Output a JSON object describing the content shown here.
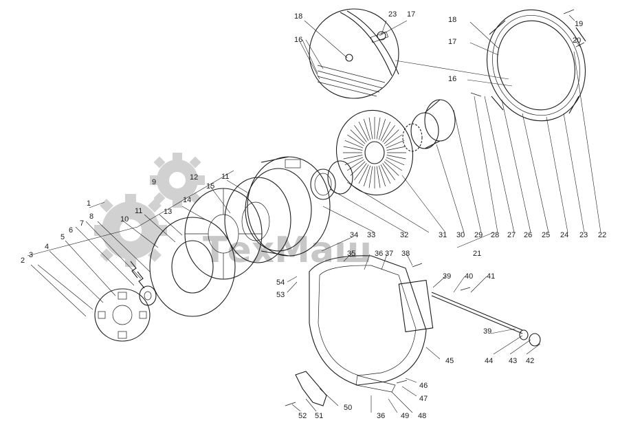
{
  "watermark": {
    "text": "ТехМаш",
    "color": "#9a9a9a"
  },
  "callouts": [
    {
      "id": "c1",
      "text": "1"
    },
    {
      "id": "c2",
      "text": "2"
    },
    {
      "id": "c3",
      "text": "3"
    },
    {
      "id": "c4",
      "text": "4"
    },
    {
      "id": "c5",
      "text": "5"
    },
    {
      "id": "c6",
      "text": "6"
    },
    {
      "id": "c7",
      "text": "7"
    },
    {
      "id": "c8",
      "text": "8"
    },
    {
      "id": "c9",
      "text": "9"
    },
    {
      "id": "c10",
      "text": "10"
    },
    {
      "id": "c11a",
      "text": "11"
    },
    {
      "id": "c11b",
      "text": "11"
    },
    {
      "id": "c12",
      "text": "12"
    },
    {
      "id": "c13",
      "text": "13"
    },
    {
      "id": "c14",
      "text": "14"
    },
    {
      "id": "c15",
      "text": "15"
    },
    {
      "id": "c16a",
      "text": "16"
    },
    {
      "id": "c16b",
      "text": "16"
    },
    {
      "id": "c17a",
      "text": "17"
    },
    {
      "id": "c17b",
      "text": "17"
    },
    {
      "id": "c18a",
      "text": "18"
    },
    {
      "id": "c18b",
      "text": "18"
    },
    {
      "id": "c19",
      "text": "19"
    },
    {
      "id": "c20",
      "text": "20"
    },
    {
      "id": "c21",
      "text": "21"
    },
    {
      "id": "c22",
      "text": "22"
    },
    {
      "id": "c23a",
      "text": "23"
    },
    {
      "id": "c23b",
      "text": "23"
    },
    {
      "id": "c24",
      "text": "24"
    },
    {
      "id": "c25",
      "text": "25"
    },
    {
      "id": "c26",
      "text": "26"
    },
    {
      "id": "c27",
      "text": "27"
    },
    {
      "id": "c28",
      "text": "28"
    },
    {
      "id": "c29",
      "text": "29"
    },
    {
      "id": "c30",
      "text": "30"
    },
    {
      "id": "c31",
      "text": "31"
    },
    {
      "id": "c32",
      "text": "32"
    },
    {
      "id": "c33",
      "text": "33"
    },
    {
      "id": "c34",
      "text": "34"
    },
    {
      "id": "c35",
      "text": "35"
    },
    {
      "id": "c36a",
      "text": "36"
    },
    {
      "id": "c36b",
      "text": "36"
    },
    {
      "id": "c37",
      "text": "37"
    },
    {
      "id": "c38",
      "text": "38"
    },
    {
      "id": "c39a",
      "text": "39"
    },
    {
      "id": "c39b",
      "text": "39"
    },
    {
      "id": "c40",
      "text": "40"
    },
    {
      "id": "c41",
      "text": "41"
    },
    {
      "id": "c42",
      "text": "42"
    },
    {
      "id": "c43",
      "text": "43"
    },
    {
      "id": "c44",
      "text": "44"
    },
    {
      "id": "c45",
      "text": "45"
    },
    {
      "id": "c46",
      "text": "46"
    },
    {
      "id": "c47",
      "text": "47"
    },
    {
      "id": "c48",
      "text": "48"
    },
    {
      "id": "c49",
      "text": "49"
    },
    {
      "id": "c50",
      "text": "50"
    },
    {
      "id": "c51",
      "text": "51"
    },
    {
      "id": "c52",
      "text": "52"
    },
    {
      "id": "c53",
      "text": "53"
    },
    {
      "id": "c54",
      "text": "54"
    }
  ]
}
